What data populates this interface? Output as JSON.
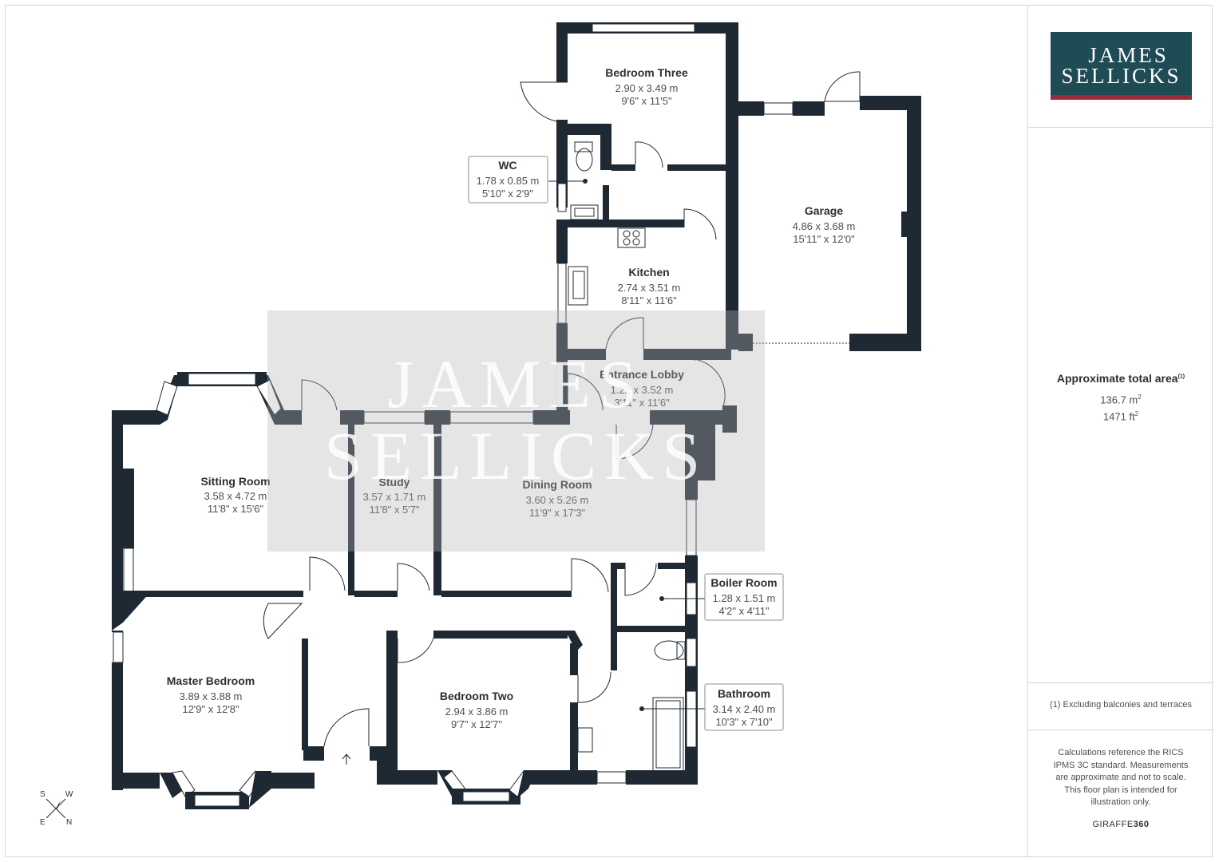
{
  "brand": {
    "logo_line1": "JAMES",
    "logo_line2": "SELLICKS",
    "colors": {
      "logo_bg": "#1f4b54",
      "logo_bar": "#9e2a3b",
      "wall": "#1f2933"
    }
  },
  "rooms": {
    "bedroom_three": {
      "name": "Bedroom Three",
      "metric": "2.90 x 3.49 m",
      "imperial": "9'6\" x 11'5\""
    },
    "wc": {
      "name": "WC",
      "metric": "1.78 x 0.85 m",
      "imperial": "5'10\" x 2'9\""
    },
    "garage": {
      "name": "Garage",
      "metric": "4.86 x 3.68 m",
      "imperial": "15'11\" x 12'0\""
    },
    "kitchen": {
      "name": "Kitchen",
      "metric": "2.74 x 3.51 m",
      "imperial": "8'11\" x 11'6\""
    },
    "entrance_lobby": {
      "name": "Entrance Lobby",
      "metric": "1.22 x 3.52 m",
      "imperial": "3'11\" x 11'6\""
    },
    "sitting_room": {
      "name": "Sitting Room",
      "metric": "3.58 x 4.72 m",
      "imperial": "11'8\" x 15'6\""
    },
    "study": {
      "name": "Study",
      "metric": "3.57 x 1.71 m",
      "imperial": "11'8\" x 5'7\""
    },
    "dining_room": {
      "name": "Dining Room",
      "metric": "3.60 x 5.26 m",
      "imperial": "11'9\" x 17'3\""
    },
    "boiler_room": {
      "name": "Boiler Room",
      "metric": "1.28 x 1.51 m",
      "imperial": "4'2\" x 4'11\""
    },
    "master_bedroom": {
      "name": "Master Bedroom",
      "metric": "3.89 x 3.88 m",
      "imperial": "12'9\" x 12'8\""
    },
    "bedroom_two": {
      "name": "Bedroom Two",
      "metric": "2.94 x 3.86 m",
      "imperial": "9'7\" x 12'7\""
    },
    "bathroom": {
      "name": "Bathroom",
      "metric": "3.14 x 2.40 m",
      "imperial": "10'3\" x 7'10\""
    }
  },
  "compass": {
    "s": "S",
    "w": "W",
    "e": "E",
    "n": "N"
  },
  "sidebar": {
    "area_title": "Approximate total area",
    "area_sup": "(1)",
    "area_metric": "136.7 m",
    "area_metric_sup": "2",
    "area_imperial": "1471 ft",
    "area_imperial_sup": "2",
    "footnote": "(1) Excluding balconies and terraces",
    "disclaimer": "Calculations reference the RICS IPMS 3C standard. Measurements are approximate and not to scale. This floor plan is intended for illustration only.",
    "brand_light": "GIRAFFE",
    "brand_bold": "360"
  }
}
